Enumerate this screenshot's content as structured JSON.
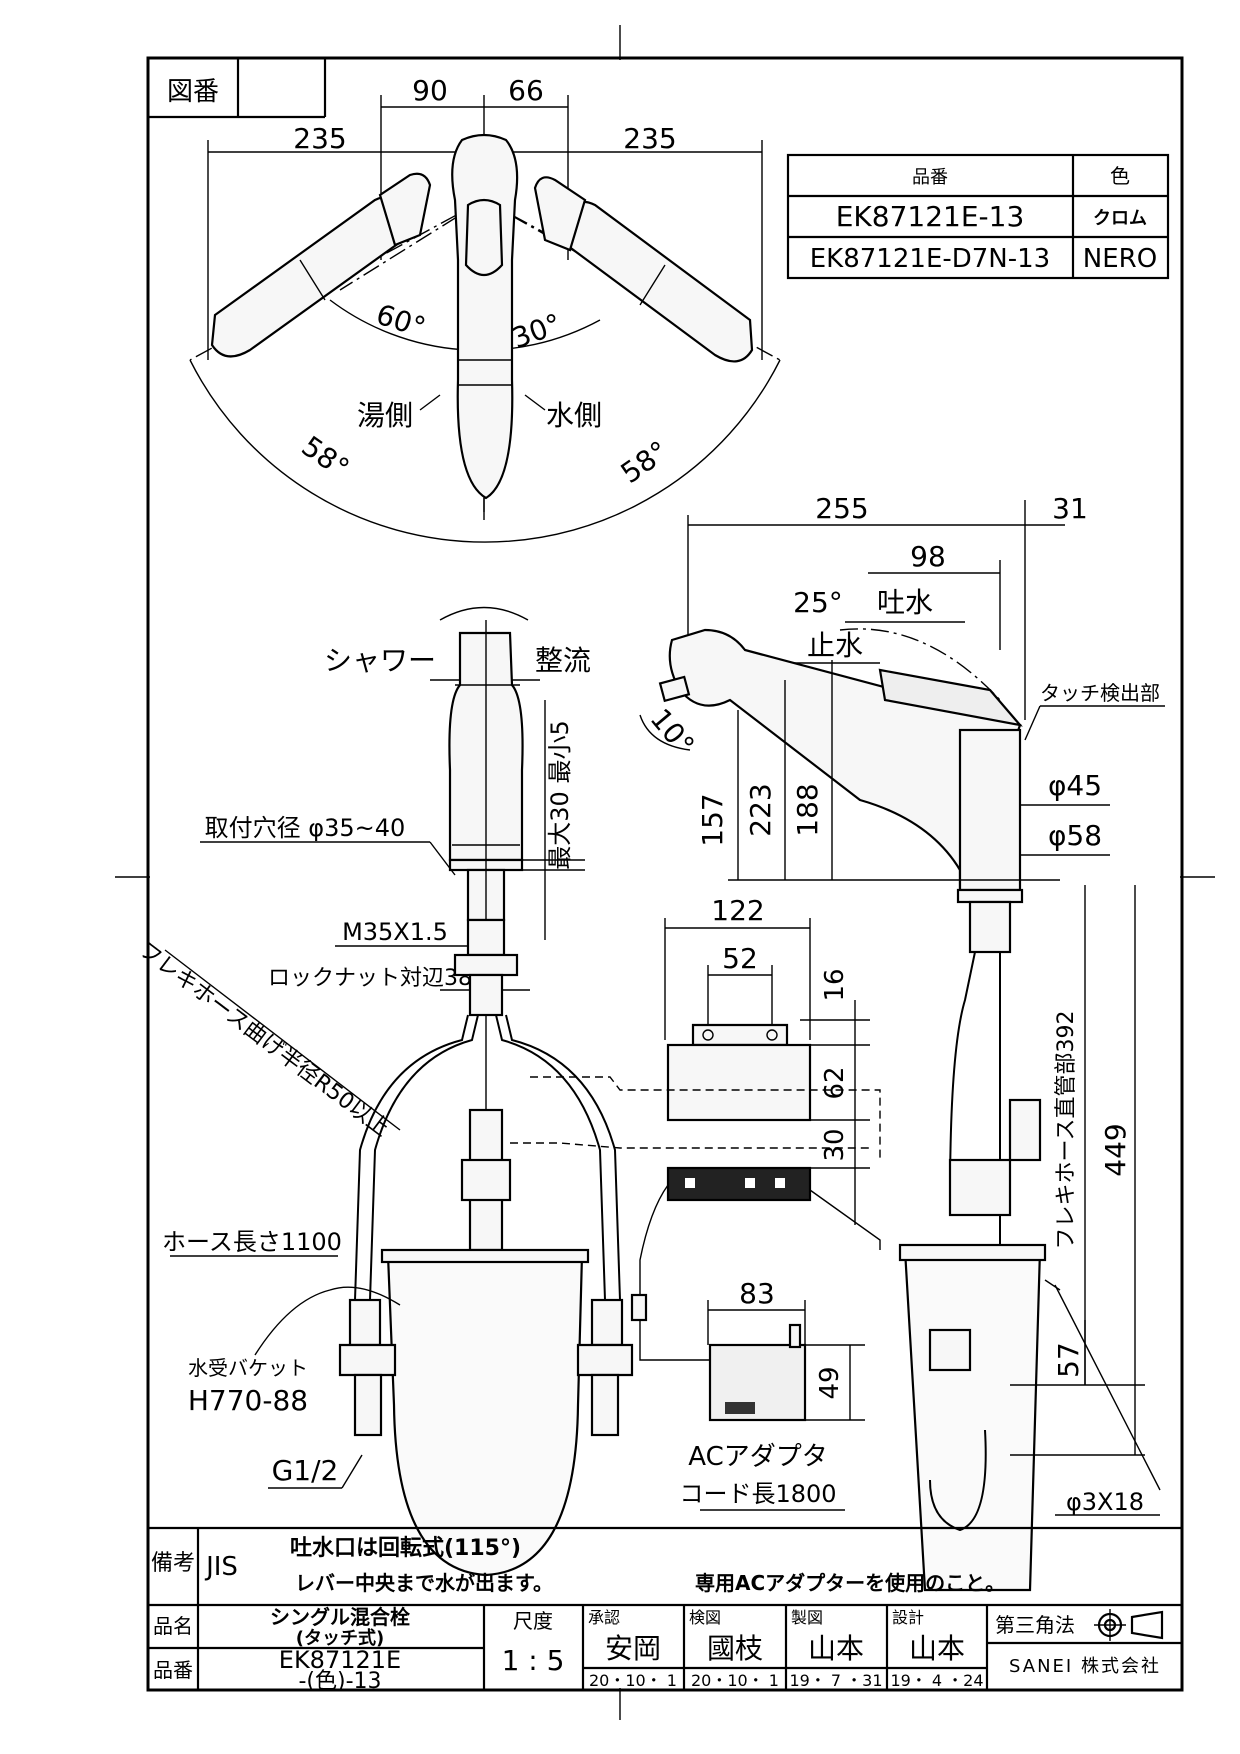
{
  "header": {
    "zuban_label": "図番"
  },
  "part_table": {
    "col_hinban": "品番",
    "col_color": "色",
    "rows": [
      {
        "hinban": "EK87121E-13",
        "color": "クロム"
      },
      {
        "hinban": "EK87121E-D7N-13",
        "color": "NERO"
      }
    ]
  },
  "top_view": {
    "dim_left": "90",
    "dim_right": "66",
    "span_left": "235",
    "span_right": "235",
    "angle_60": "60°",
    "angle_30": "30°",
    "hot_side": "湯側",
    "cold_side": "水側",
    "angle_58_left": "58°",
    "angle_58_right": "58°"
  },
  "front_view": {
    "shower": "シャワー",
    "seiryu": "整流",
    "max_min": "最大30 最小5",
    "mount_hole": "取付穴径 φ35~40",
    "thread": "M35X1.5",
    "locknut": "ロックナット対辺38",
    "flex_bend": "フレキホース曲げ半径R50以上",
    "hose_length": "ホース長さ1100",
    "bucket_label": "水受バケット",
    "bucket_model": "H770-88",
    "g12": "G1/2"
  },
  "side_view": {
    "dim_255": "255",
    "dim_31": "31",
    "dim_98": "98",
    "angle_25": "25°",
    "tosui": "吐水",
    "shisui": "止水",
    "touch": "タッチ検出部",
    "angle_10": "10°",
    "dim_157": "157",
    "dim_223": "223",
    "dim_188": "188",
    "phi45": "φ45",
    "phi58": "φ58",
    "flex_straight": "フレキホース直管部392",
    "dim_449": "449",
    "dim_57": "57",
    "phi3x18": "φ3X18"
  },
  "controller": {
    "dim_122": "122",
    "dim_52": "52",
    "dim_16": "16",
    "dim_62": "62",
    "dim_30": "30"
  },
  "adapter": {
    "dim_83": "83",
    "dim_49": "49",
    "label": "ACアダプタ",
    "cord": "コード長1800"
  },
  "remarks": {
    "label": "備考",
    "jis": "JIS",
    "line1": "吐水口は回転式(115°)",
    "line2": "レバー中央まで水が出ます。",
    "line3": "専用ACアダプターを使用のこと。"
  },
  "title_block": {
    "hinmei_label": "品名",
    "hinmei_1": "シングル混合栓",
    "hinmei_2": "(タッチ式)",
    "hinban_label": "品番",
    "hinban_1": "EK87121E",
    "hinban_2": "-(色)-13",
    "scale_label": "尺度",
    "scale_value": "1 : 5",
    "approve_label": "承認",
    "approve_name": "安岡",
    "approve_date": "20・10・ 1",
    "check_label": "検図",
    "check_name": "國枝",
    "check_date": "20・10・ 1",
    "draw_label": "製図",
    "draw_name": "山本",
    "draw_date": "19・ 7 ・31",
    "design_label": "設計",
    "design_name": "山本",
    "design_date": "19・ 4 ・24",
    "projection": "第三角法",
    "company": "SANEI 株式会社"
  }
}
